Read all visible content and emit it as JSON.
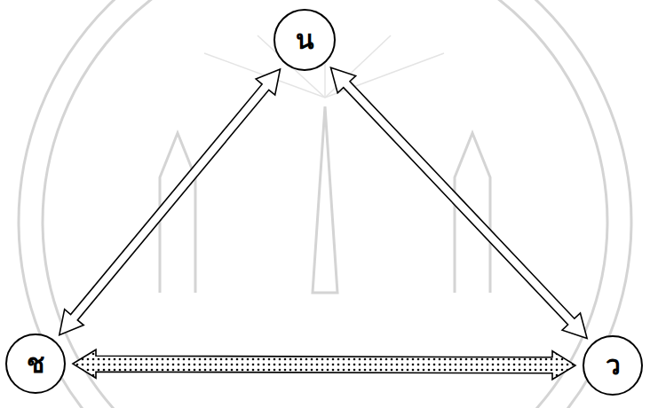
{
  "diagram": {
    "nodes": [
      {
        "text": [
          "น"
        ]
      },
      {
        "text": [
          "ช"
        ]
      },
      {
        "text": [
          "ว"
        ]
      }
    ],
    "edges": [
      {
        "from": 0,
        "to": 1,
        "arrow": "both"
      },
      {
        "from": 0,
        "to": 2,
        "arrow": "both"
      },
      {
        "from": 1,
        "to": 2,
        "arrow": "both"
      }
    ]
  }
}
